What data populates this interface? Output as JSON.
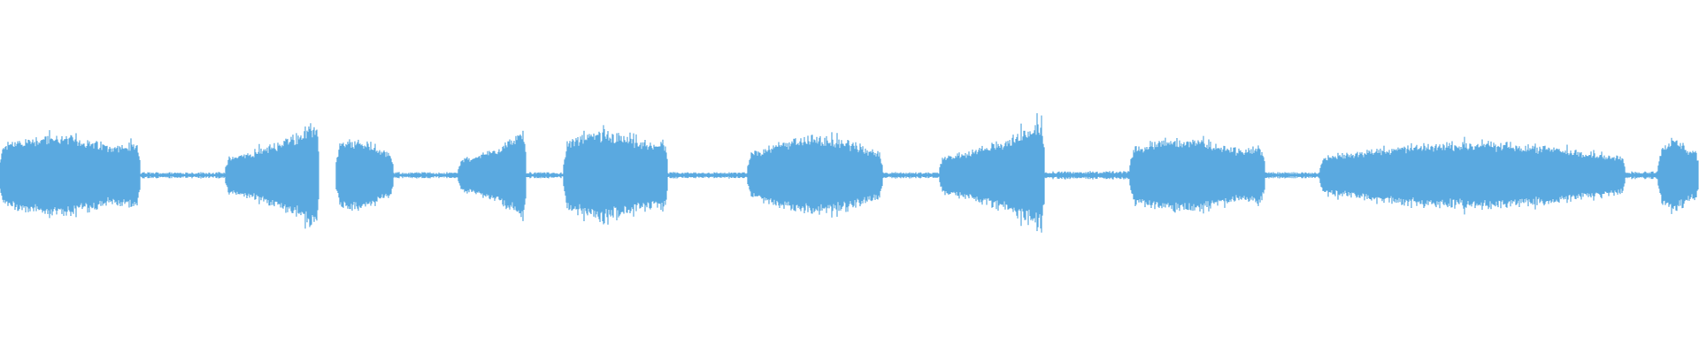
{
  "waveform": {
    "color": "#5aa9e0",
    "background": "#ffffff",
    "comment_free": true,
    "segments": [
      {
        "name": "clip-1",
        "start": 0.0,
        "end": 0.083,
        "shape": "swell",
        "level": 0.58
      },
      {
        "name": "gap-1",
        "start": 0.083,
        "end": 0.133,
        "shape": "silence",
        "level": 0.03
      },
      {
        "name": "clip-2",
        "start": 0.133,
        "end": 0.188,
        "shape": "crescendo",
        "level": 0.78
      },
      {
        "name": "clip-3",
        "start": 0.198,
        "end": 0.232,
        "shape": "decay",
        "level": 0.5
      },
      {
        "name": "gap-2",
        "start": 0.232,
        "end": 0.27,
        "shape": "silence",
        "level": 0.03
      },
      {
        "name": "clip-4",
        "start": 0.27,
        "end": 0.31,
        "shape": "crescendo",
        "level": 0.66
      },
      {
        "name": "gap-3",
        "start": 0.31,
        "end": 0.332,
        "shape": "silence",
        "level": 0.03
      },
      {
        "name": "clip-5",
        "start": 0.332,
        "end": 0.393,
        "shape": "swell",
        "level": 0.62
      },
      {
        "name": "gap-4",
        "start": 0.393,
        "end": 0.44,
        "shape": "silence",
        "level": 0.03
      },
      {
        "name": "clip-6",
        "start": 0.44,
        "end": 0.52,
        "shape": "hump",
        "level": 0.55
      },
      {
        "name": "gap-5",
        "start": 0.52,
        "end": 0.553,
        "shape": "silence",
        "level": 0.03
      },
      {
        "name": "clip-7",
        "start": 0.553,
        "end": 0.615,
        "shape": "crescendo",
        "level": 0.8
      },
      {
        "name": "gap-6",
        "start": 0.615,
        "end": 0.665,
        "shape": "silence",
        "level": 0.04
      },
      {
        "name": "clip-8",
        "start": 0.665,
        "end": 0.745,
        "shape": "swell",
        "level": 0.52
      },
      {
        "name": "gap-7",
        "start": 0.745,
        "end": 0.777,
        "shape": "silence",
        "level": 0.03
      },
      {
        "name": "clip-9",
        "start": 0.777,
        "end": 0.957,
        "shape": "hump",
        "level": 0.47
      },
      {
        "name": "gap-8",
        "start": 0.957,
        "end": 0.976,
        "shape": "silence",
        "level": 0.04
      },
      {
        "name": "clip-10",
        "start": 0.976,
        "end": 1.0,
        "shape": "swell",
        "level": 0.5
      }
    ]
  }
}
